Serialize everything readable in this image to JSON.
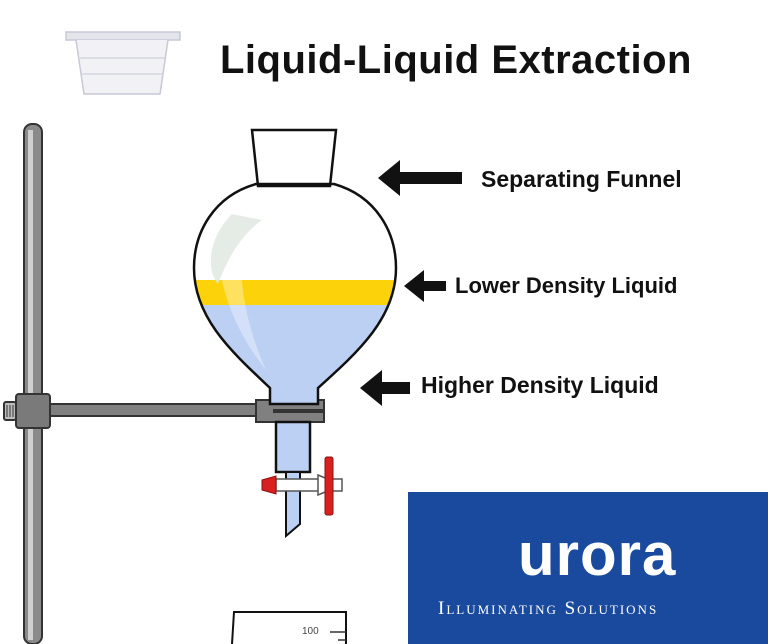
{
  "title": "Liquid-Liquid Extraction",
  "labels": {
    "separating_funnel": "Separating Funnel",
    "lower_density": "Lower Density Liquid",
    "higher_density": "Higher Density Liquid"
  },
  "logo": {
    "word": "urora",
    "tagline": "Illuminating Solutions"
  },
  "beaker_mark": "100",
  "colors": {
    "lower_liquid": "#fcd20a",
    "higher_liquid": "#bcd0f4",
    "logo_background": "#1a4a9e",
    "stopcock": "#d92020",
    "stand": "#777777"
  }
}
